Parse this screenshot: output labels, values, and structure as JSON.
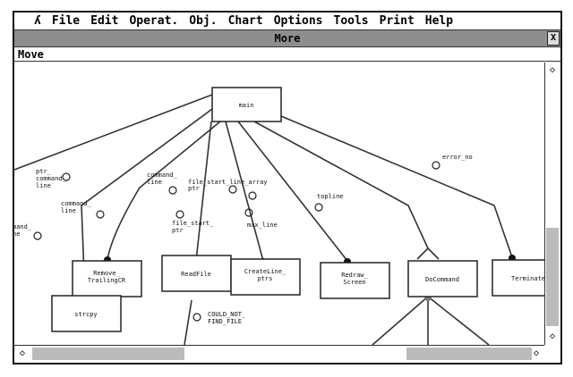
{
  "menu": {
    "apple": "ʎ",
    "items": [
      "File",
      "Edit",
      "Operat.",
      "Obj.",
      "Chart",
      "Options",
      "Tools",
      "Print",
      "Help"
    ]
  },
  "window": {
    "title": "More",
    "close": "X",
    "mode": "Move"
  },
  "modules": {
    "main": "main",
    "remove": "Remove_\nTrailingCR",
    "strcpy": "strcpy",
    "readfile": "ReadFile",
    "createline": "CreateLine_\nptrs",
    "redraw": "Redraw_\nScreen",
    "docommand": "DoCommand",
    "terminate": "Terminate"
  },
  "couples": {
    "ptr_command_line": "ptr_\ncommand_\nline",
    "command_line_a": "command_\nline",
    "command_line_b": "command_\nline",
    "command_line_c": "mand_\nne",
    "file_start_line_array": "file_start_line_array",
    "ptr": "ptr",
    "file_start_ptr": "file_start_\nptr",
    "max_line": "max_line",
    "topline": "topline",
    "error_no": "error_no",
    "could_not_find_file": "COULD_NOT_\nFIND_FILE"
  },
  "scroll": {
    "up": "◇",
    "down": "◇",
    "left": "◇",
    "right": "◇"
  }
}
